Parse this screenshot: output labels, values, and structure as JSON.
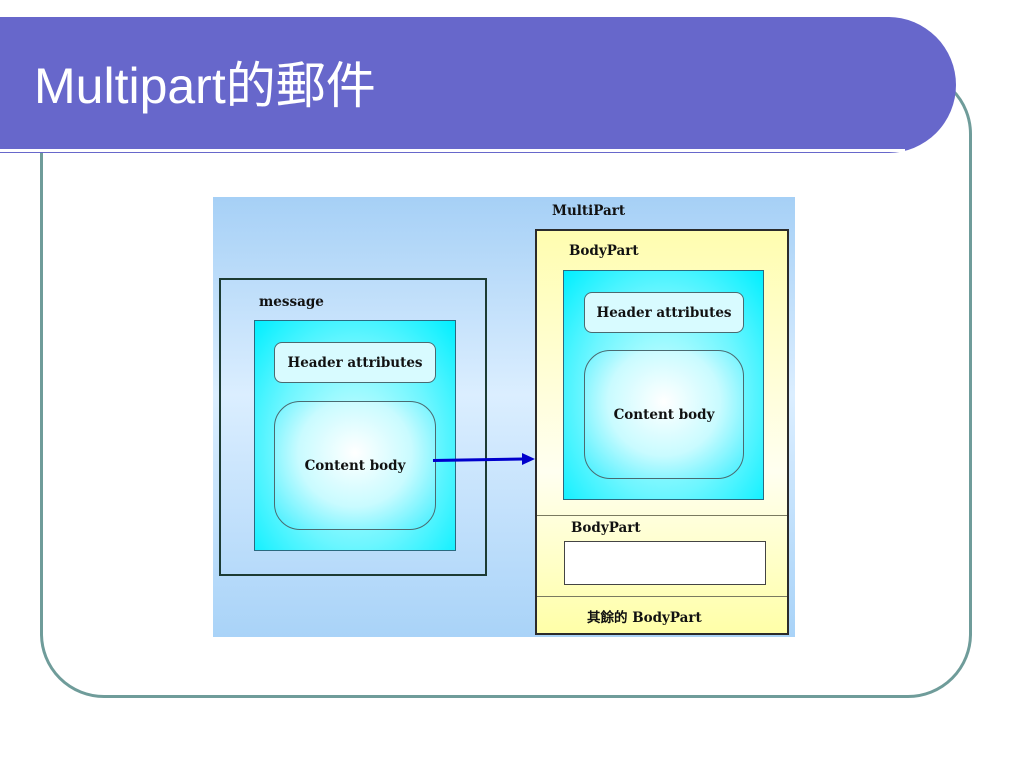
{
  "slide": {
    "title": "Multipart的郵件"
  },
  "diagram": {
    "multipart_label": "MultiPart",
    "message": {
      "label": "message",
      "header": "Header attributes",
      "content": "Content body"
    },
    "multipart": {
      "bodypart1": {
        "label": "BodyPart",
        "header": "Header attributes",
        "content": "Content body"
      },
      "bodypart2": {
        "label": "BodyPart"
      },
      "rest_label": "其餘的 BodyPart"
    },
    "colors": {
      "title_bar": "#6767cb",
      "frame_border": "#6f9c9a",
      "arrow": "#0000cc",
      "cyan": "#00efff",
      "yellow": "#ffffa8"
    }
  }
}
